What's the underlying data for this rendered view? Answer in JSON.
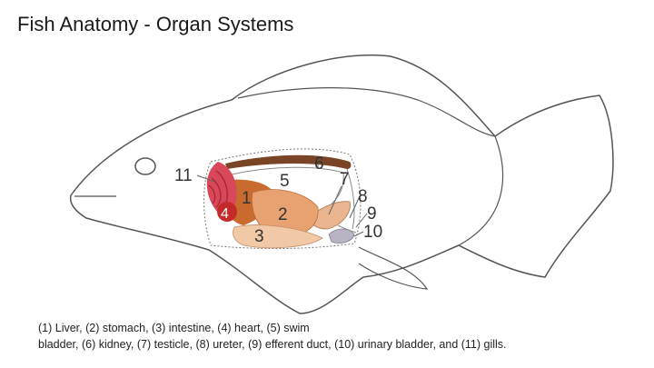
{
  "title": "Fish Anatomy - Organ Systems",
  "labels": {
    "n1": "1",
    "n2": "2",
    "n3": "3",
    "n4": "4",
    "n5": "5",
    "n6": "6",
    "n7": "7",
    "n8": "8",
    "n9": "9",
    "n10": "10",
    "n11": "11"
  },
  "caption": {
    "line1": "(1) Liver, (2) stomach, (3) intestine, (4) heart, (5) swim",
    "line2": "bladder, (6) kidney, (7) testicle, (8) ureter, (9) efferent duct, (10) urinary bladder, and (11) gills."
  },
  "colors": {
    "outline": "#555555",
    "gills": "#d9485a",
    "heart": "#c42a2a",
    "liver": "#c96a2e",
    "stomach": "#e8a271",
    "intestine": "#f1c9a6",
    "swim_bladder": "#ffffff",
    "kidney": "#7a4526",
    "testicle": "#e9b48e",
    "urinary_bladder": "#b9b4c4"
  }
}
